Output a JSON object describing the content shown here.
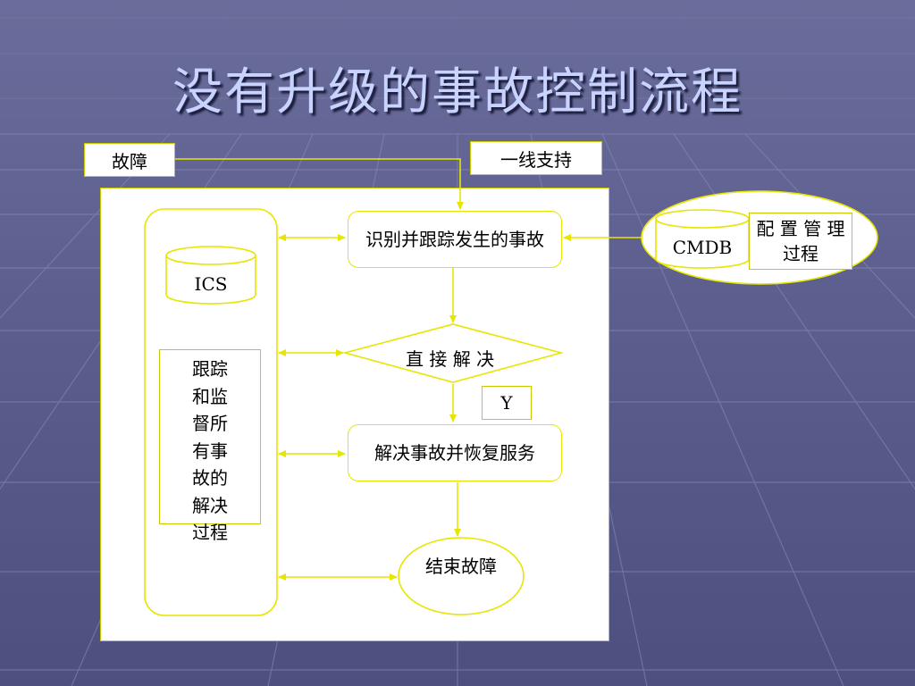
{
  "slide": {
    "title": "没有升级的事故控制流程"
  },
  "labels": {
    "fault": "故障",
    "first_line": "一线支持",
    "identify": "识别并跟踪发生的事故",
    "ics": "ICS",
    "direct_solve": "直 接 解 决",
    "yes": "Y",
    "track": "跟踪和监督所有事故的解决过程",
    "resolve": "解决事故并恢复服务",
    "end": "结束故障",
    "cmdb": "CMDB",
    "config": "配 置 管 理过程"
  },
  "colors": {
    "line": "#e6e600",
    "title": "#c8d4ff",
    "background": "#5c5e8e"
  }
}
